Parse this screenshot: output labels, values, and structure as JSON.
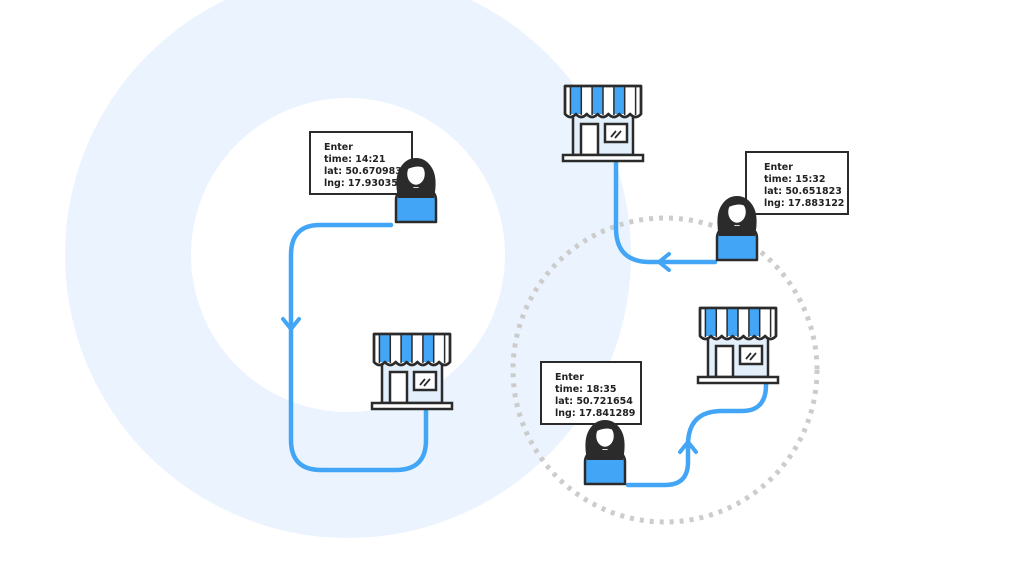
{
  "colors": {
    "accent": "#42a5f5",
    "halo": "#ebf4fe",
    "outline": "#2b2b2b",
    "dotted_ring": "#cccccc",
    "store_fill": "#e3effb"
  },
  "checkins": [
    {
      "event": "Enter",
      "time": "time: 14:21",
      "lat": "lat: 50.670983",
      "lng": "lng: 17.930352"
    },
    {
      "event": "Enter",
      "time": "time: 15:32",
      "lat": "lat: 50.651823",
      "lng": "lng: 17.883122"
    },
    {
      "event": "Enter",
      "time": "time: 18:35",
      "lat": "lat: 50.721654",
      "lng": "lng: 17.841289"
    }
  ],
  "icons": {
    "store": "storefront-icon",
    "person": "woman-avatar-icon",
    "arrow": "route-arrow-icon"
  }
}
